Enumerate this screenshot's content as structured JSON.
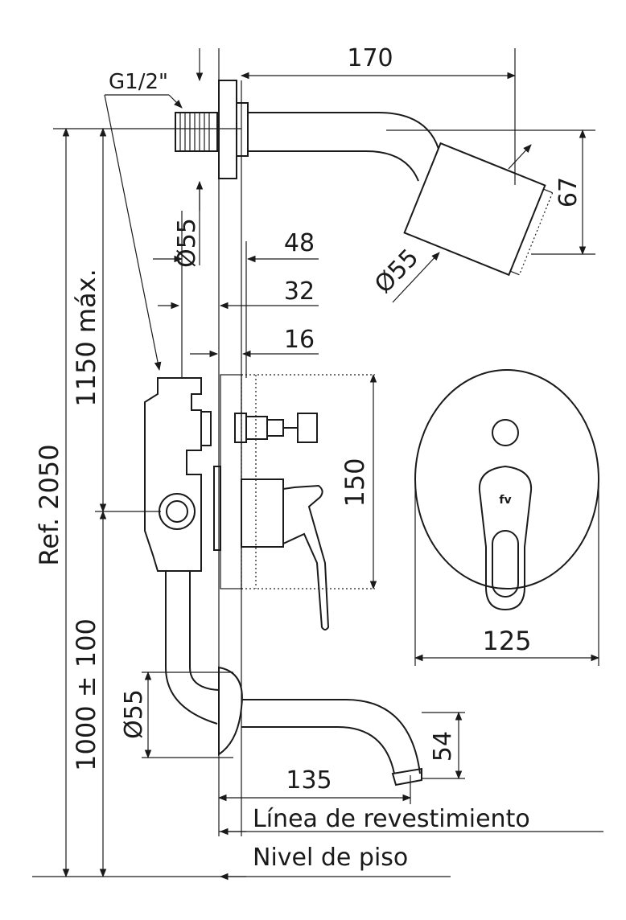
{
  "dimensions": {
    "thread": "G1/2\"",
    "arm_length": "170",
    "head_height": "67",
    "flange_diameter": "Ø55",
    "head_diameter": "Ø55",
    "depth_48": "48",
    "depth_32": "32",
    "depth_16": "16",
    "valve_height": "150",
    "max_height": "1150 máx.",
    "ref_height": "Ref. 2050",
    "mixer_height": "1000 ± 100",
    "spout_flange_diameter": "Ø55",
    "plate_width": "125",
    "spout_reach": "135",
    "spout_height": "54"
  },
  "labels": {
    "cladding_line": "Línea de revestimiento",
    "floor_level": "Nivel de piso"
  },
  "logo_text": "fv"
}
